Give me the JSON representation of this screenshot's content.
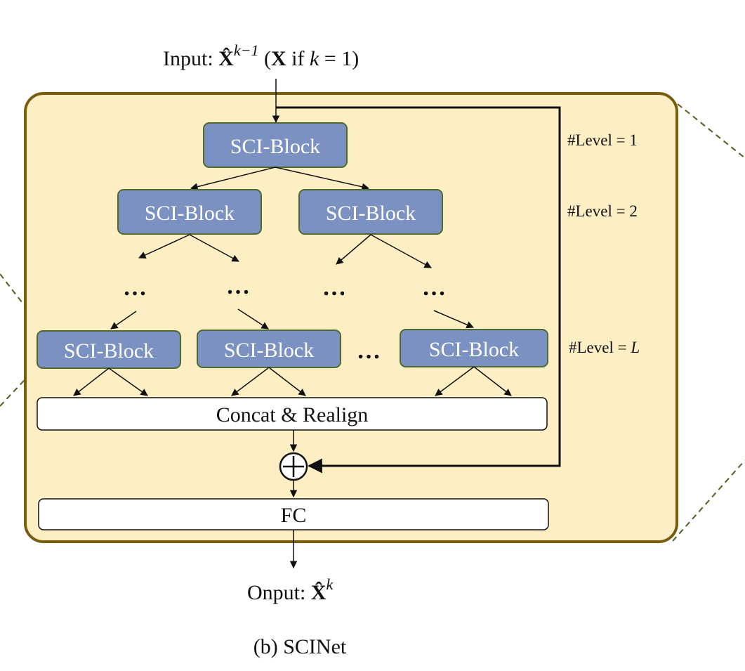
{
  "input_label": {
    "prefix": "Input: ",
    "symbol": "X̂",
    "superscript": "k−1",
    "condition_open": " (",
    "condition_symbol": "X",
    "condition_text": " if ",
    "condition_var": "k",
    "condition_rest": " = 1)"
  },
  "block_label": "SCI-Block",
  "ellipsis": "…",
  "levels": {
    "level1": "#Level = 1",
    "level2": "#Level = 2",
    "levelL_prefix": "#Level = ",
    "levelL_var": "L"
  },
  "concat_label": "Concat & Realign",
  "plus_symbol": "+",
  "fc_label": "FC",
  "output_label": {
    "prefix": "Onput: ",
    "symbol": "X̂",
    "superscript": "k"
  },
  "caption": "(b) SCINet",
  "colors": {
    "container_fill": "#fdeec4",
    "container_border": "#7a5c0d",
    "block_fill": "#7b91c2",
    "block_border": "#4d6b2f",
    "dashed_line": "#5a5a1e"
  }
}
